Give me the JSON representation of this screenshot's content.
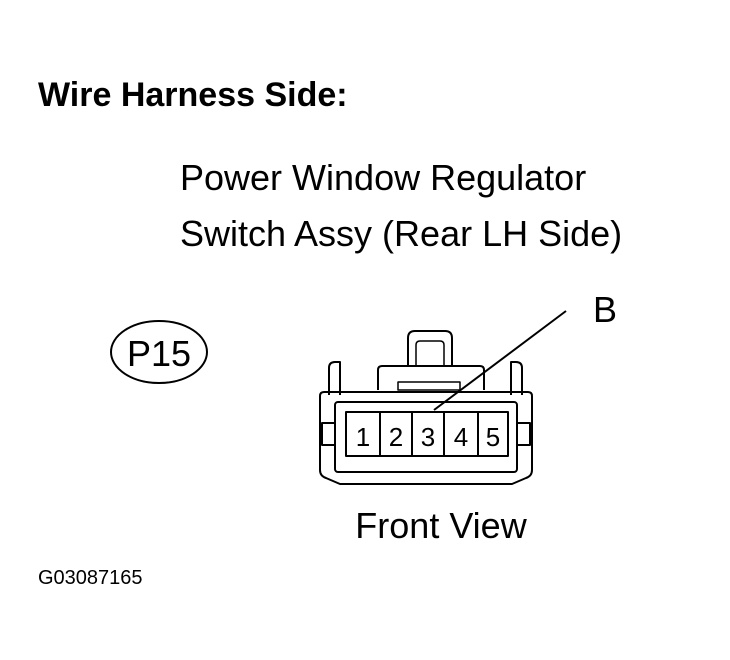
{
  "heading": "Wire Harness Side:",
  "component": {
    "line1": "Power Window Regulator",
    "line2": "Switch Assy (Rear LH Side)"
  },
  "connector_code": "P15",
  "callout_label": "B",
  "pins": [
    "1",
    "2",
    "3",
    "4",
    "5"
  ],
  "view_label": "Front View",
  "figure_id": "G03087165"
}
